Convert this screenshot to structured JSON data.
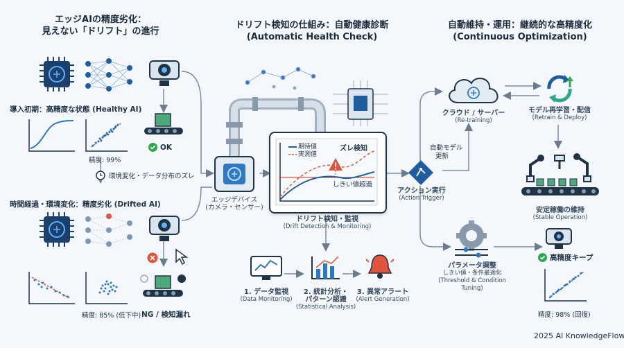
{
  "left": {
    "title_line1": "エッジAIの精度劣化：",
    "title_line2": "見えない「ドリフト」の進行",
    "healthy_label": "導入初期：高精度な状態 (Healthy AI)",
    "healthy_accuracy": "精度: 99%",
    "ok_badge": "OK",
    "shift_label": "環境変化・データ分布のズレ",
    "drifted_label": "時間経過・環境変化：精度劣化 (Drifted AI)",
    "drifted_accuracy": "精度: 85% (低下中)",
    "ng_badge": "NG / 検知漏れ"
  },
  "middle": {
    "title_line1": "ドリフト検知の仕組み：自動健康診断",
    "title_line2": "(Automatic Health Check)",
    "edge_device_line1": "エッジデバイス",
    "edge_device_line2": "(カメラ・センサー)",
    "legend_expected": "期待値",
    "legend_measured": "実測値",
    "drift_alert": "ズレ検知",
    "threshold": "しきい値超過",
    "monitor_line1": "ドリフト検知・監視",
    "monitor_line2": "(Drift Detection & Monitoring)",
    "step1_line1": "1. データ監視",
    "step1_line2": "(Data Monitoring)",
    "step2_line1": "2. 統計分析・",
    "step2_line2": "パターン認識",
    "step2_line3": "(Statistical Analysis)",
    "step3_line1": "3. 異常アラート",
    "step3_line2": "(Alert Generation)"
  },
  "right": {
    "title_line1": "自動維持・運用：継続的な高精度化",
    "title_line2": "(Continuous Optimization)",
    "auto_model_line1": "自動モデル",
    "auto_model_line2": "更新",
    "action_line1": "アクション実行",
    "action_line2": "(Action Trigger)",
    "cloud_line1": "クラウド / サーバー",
    "cloud_line2": "(Re-training)",
    "retrain_line1": "モデル再学習・配信",
    "retrain_line2": "(Retrain & Deploy)",
    "stable_line1": "安定稼働の維持",
    "stable_line2": "(Stable Operation)",
    "param_line1": "パラメータ調整",
    "param_line2": "しきい値・条件最適化",
    "param_line3": "(Threshold & Condition Tuning)",
    "keep_label": "高精度キープ",
    "final_accuracy": "精度: 98% (回復)"
  },
  "footer": "2025 AI KnowledgeFlow",
  "colors": {
    "accent": "#2f78c4",
    "dark": "#1f3347",
    "alert": "#e0533d",
    "ok": "#2fa84f"
  }
}
